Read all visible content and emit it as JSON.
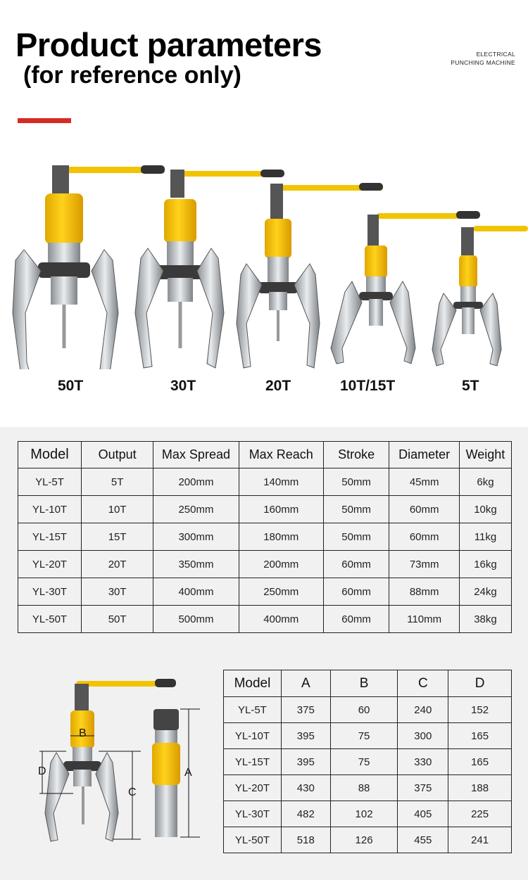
{
  "header": {
    "title": "Product parameters",
    "subtitle": "(for reference only)",
    "brand_line1": "ELECTRICAL",
    "brand_line2": "PUNCHING MACHINE"
  },
  "products": [
    {
      "label": "50T"
    },
    {
      "label": "30T"
    },
    {
      "label": "20T"
    },
    {
      "label": "10T/15T"
    },
    {
      "label": "5T"
    }
  ],
  "spec_table": {
    "headers": [
      "Model",
      "Output",
      "Max Spread",
      "Max Reach",
      "Stroke",
      "Diameter",
      "Weight"
    ],
    "rows": [
      [
        "YL-5T",
        "5T",
        "200mm",
        "140mm",
        "50mm",
        "45mm",
        "6kg"
      ],
      [
        "YL-10T",
        "10T",
        "250mm",
        "160mm",
        "50mm",
        "60mm",
        "10kg"
      ],
      [
        "YL-15T",
        "15T",
        "300mm",
        "180mm",
        "50mm",
        "60mm",
        "11kg"
      ],
      [
        "YL-20T",
        "20T",
        "350mm",
        "200mm",
        "60mm",
        "73mm",
        "16kg"
      ],
      [
        "YL-30T",
        "30T",
        "400mm",
        "250mm",
        "60mm",
        "88mm",
        "24kg"
      ],
      [
        "YL-50T",
        "50T",
        "500mm",
        "400mm",
        "60mm",
        "110mm",
        "38kg"
      ]
    ]
  },
  "dimension_table": {
    "headers": [
      "Model",
      "A",
      "B",
      "C",
      "D"
    ],
    "rows": [
      [
        "YL-5T",
        "375",
        "60",
        "240",
        "152"
      ],
      [
        "YL-10T",
        "395",
        "75",
        "300",
        "165"
      ],
      [
        "YL-15T",
        "395",
        "75",
        "330",
        "165"
      ],
      [
        "YL-20T",
        "430",
        "88",
        "375",
        "188"
      ],
      [
        "YL-30T",
        "482",
        "102",
        "405",
        "225"
      ],
      [
        "YL-50T",
        "518",
        "126",
        "455",
        "241"
      ]
    ]
  },
  "diagram_labels": {
    "a": "A",
    "b": "B",
    "c": "C",
    "d": "D"
  },
  "colors": {
    "accent_red": "#d62a22",
    "tool_yellow": "#f2c300",
    "background_grey": "#f1f1f1"
  }
}
